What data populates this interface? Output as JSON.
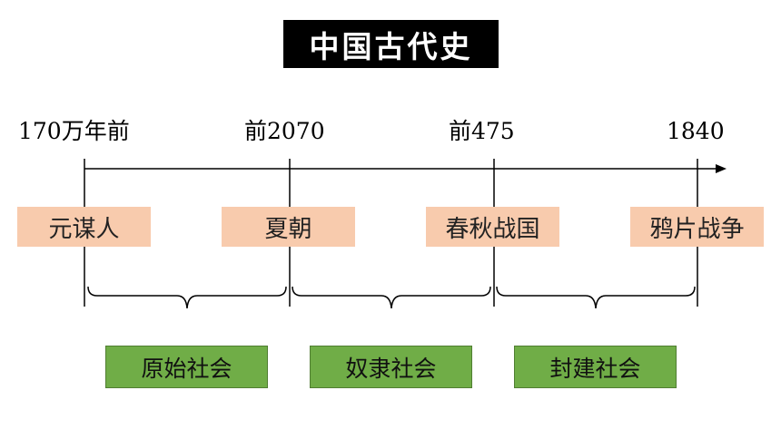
{
  "title": "中国古代史",
  "timeline": {
    "ticks": [
      "170万年前",
      "前2070",
      "前475",
      "1840"
    ],
    "events": [
      "元谋人",
      "夏朝",
      "春秋战国",
      "鸦片战争"
    ],
    "periods": [
      "原始社会",
      "奴隶社会",
      "封建社会"
    ]
  },
  "colors": {
    "event_box": "#f8cbad",
    "period_box": "#70ad47",
    "title_bg": "#000000",
    "title_text": "#ffffff"
  }
}
